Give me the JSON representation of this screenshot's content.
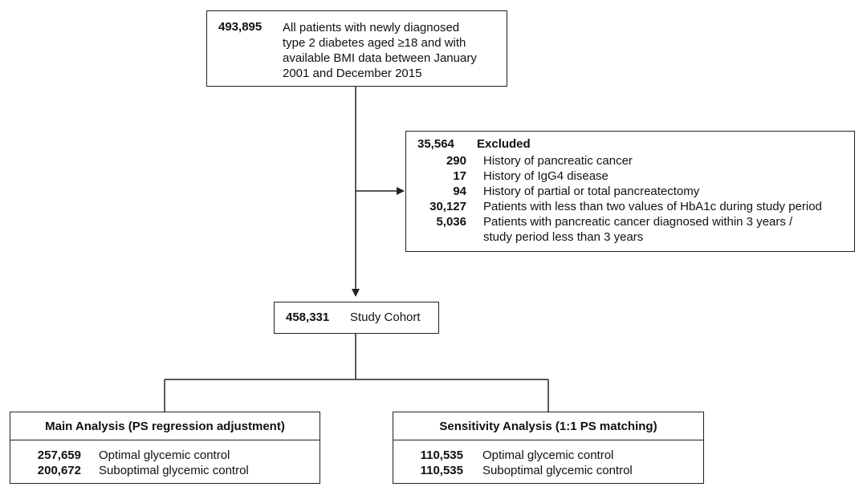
{
  "top_box": {
    "count": "493,895",
    "lines": [
      "All patients with newly diagnosed",
      "type 2 diabetes aged ≥18 and with",
      "available BMI data between January",
      "2001 and December 2015"
    ]
  },
  "excluded_box": {
    "count": "35,564",
    "title": "Excluded",
    "items": [
      {
        "count": "290",
        "text": "History of pancreatic cancer"
      },
      {
        "count": "17",
        "text": "History of IgG4 disease"
      },
      {
        "count": "94",
        "text": "History of partial or total pancreatectomy"
      },
      {
        "count": "30,127",
        "text": "Patients with less than two values of HbA1c during study period"
      },
      {
        "count": "5,036",
        "text": "Patients with pancreatic cancer diagnosed within 3 years /"
      }
    ],
    "continuation": "study period less than 3 years"
  },
  "cohort_box": {
    "count": "458,331",
    "label": "Study Cohort"
  },
  "main_box": {
    "title": "Main Analysis (PS regression adjustment)",
    "rows": [
      {
        "count": "257,659",
        "text": "Optimal glycemic control"
      },
      {
        "count": "200,672",
        "text": "Suboptimal glycemic control"
      }
    ]
  },
  "sensitivity_box": {
    "title": "Sensitivity Analysis (1:1 PS matching)",
    "rows": [
      {
        "count": "110,535",
        "text": "Optimal glycemic control"
      },
      {
        "count": "110,535",
        "text": "Suboptimal glycemic control"
      }
    ]
  }
}
